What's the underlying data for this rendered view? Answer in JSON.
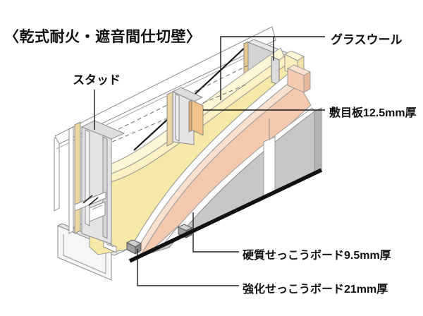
{
  "title": "〈乾式耐火・遮音間仕切壁〉",
  "labels": {
    "stud": "スタッド",
    "glass_wool": "グラスウール",
    "batten_board": "敷目板12.5mm厚",
    "hard_gypsum_board": "硬質せっこうボード9.5mm厚",
    "reinforced_gypsum_board": "強化せっこうボード21mm厚"
  },
  "colors": {
    "background": "#ffffff",
    "glass_wool_batt": "#fdf7d6",
    "reinforced_board_face": "#f6e9a8",
    "reinforced_board_edge": "#fbf2c4",
    "hard_board_face": "#f5c9ae",
    "hard_board_edge": "#fae0cf",
    "outer_panel": "#c7c7c7",
    "stud_metal": "#e4e4e4",
    "batten": "#f3c289",
    "baseline": "#111111",
    "outline": "#8c8c8c",
    "text": "#111111"
  }
}
